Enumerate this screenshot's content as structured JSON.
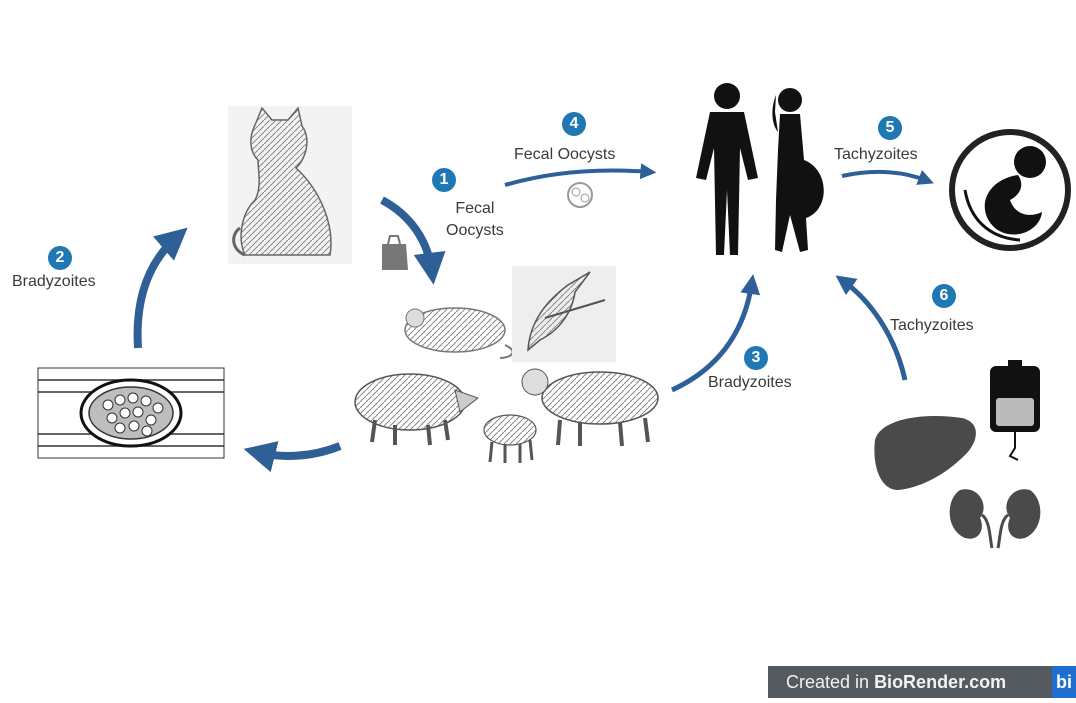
{
  "labels": {
    "fecal_oocysts_1": "Fecal\nOocysts",
    "fecal_oocysts_4": "Fecal Oocysts",
    "bradyzoites_2": "Bradyzoites",
    "bradyzoites_3": "Bradyzoites",
    "tachyzoites_5": "Tachyzoites",
    "tachyzoites_6": "Tachyzoites"
  },
  "badges": {
    "b1": "1",
    "b2": "2",
    "b3": "3",
    "b4": "4",
    "b5": "5",
    "b6": "6"
  },
  "footer": {
    "prefix": "Created in ",
    "brand": "BioRender.com",
    "logo": "bi"
  },
  "icons": [
    "cat-icon",
    "feces-bag-icon",
    "mouse-icon",
    "bird-icon",
    "pig-icon",
    "sheep-icon",
    "tissue-cyst-icon",
    "oocyst-icon",
    "man-icon",
    "pregnant-woman-icon",
    "fetus-icon",
    "liver-icon",
    "blood-bag-icon",
    "kidney-icon"
  ],
  "colors": {
    "arrow": "#2f5f97",
    "badge": "#1f78b4",
    "silhouette": "#111111",
    "organ": "#4a4a4a"
  }
}
